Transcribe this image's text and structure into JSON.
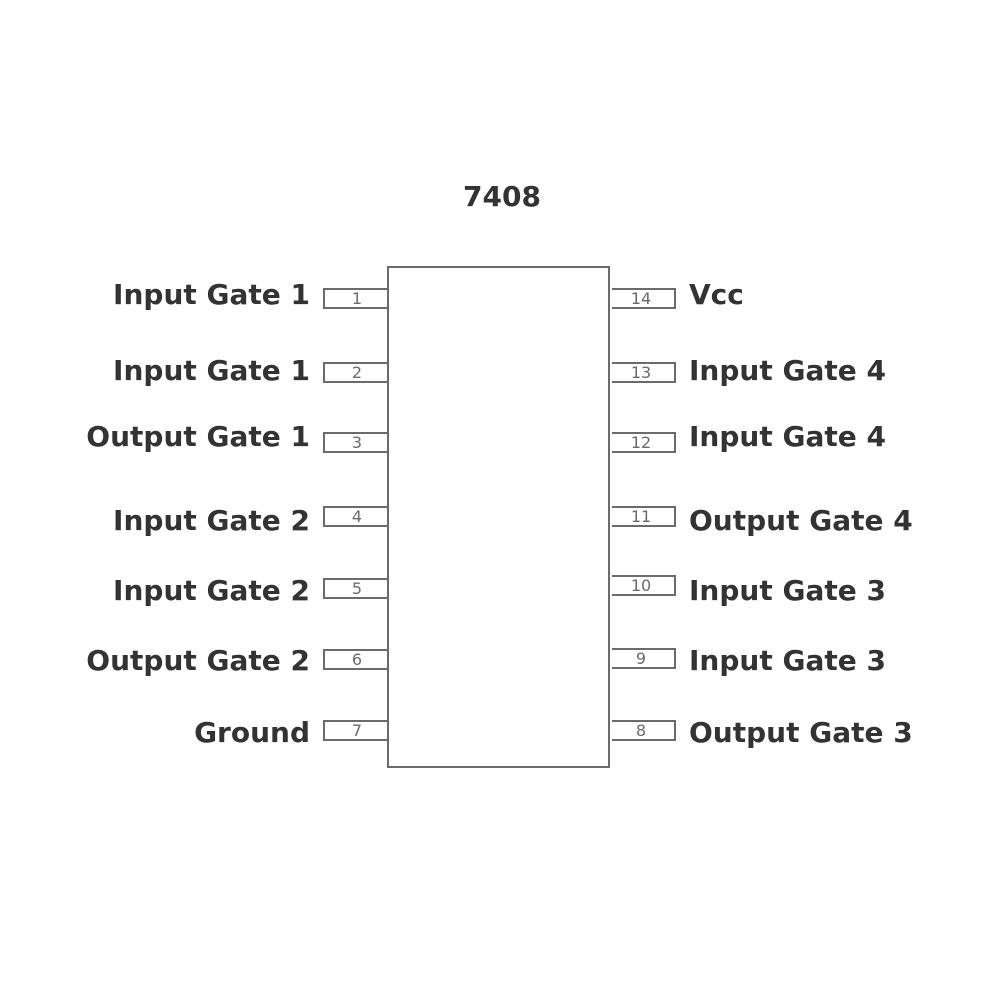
{
  "chip": {
    "part_number": "7408"
  },
  "pins": {
    "left": [
      {
        "number": "1",
        "label": "Input Gate 1"
      },
      {
        "number": "2",
        "label": "Input Gate 1"
      },
      {
        "number": "3",
        "label": "Output Gate 1"
      },
      {
        "number": "4",
        "label": "Input Gate 2"
      },
      {
        "number": "5",
        "label": "Input Gate 2"
      },
      {
        "number": "6",
        "label": "Output Gate 2"
      },
      {
        "number": "7",
        "label": "Ground"
      }
    ],
    "right": [
      {
        "number": "14",
        "label": "Vcc"
      },
      {
        "number": "13",
        "label": "Input Gate 4"
      },
      {
        "number": "12",
        "label": "Input Gate 4"
      },
      {
        "number": "11",
        "label": "Output Gate 4"
      },
      {
        "number": "10",
        "label": "Input Gate 3"
      },
      {
        "number": "9",
        "label": "Input Gate 3"
      },
      {
        "number": "8",
        "label": "Output Gate 3"
      }
    ]
  },
  "colors": {
    "outline": "#6b6b6b",
    "text": "#333333",
    "background": "#ffffff"
  }
}
